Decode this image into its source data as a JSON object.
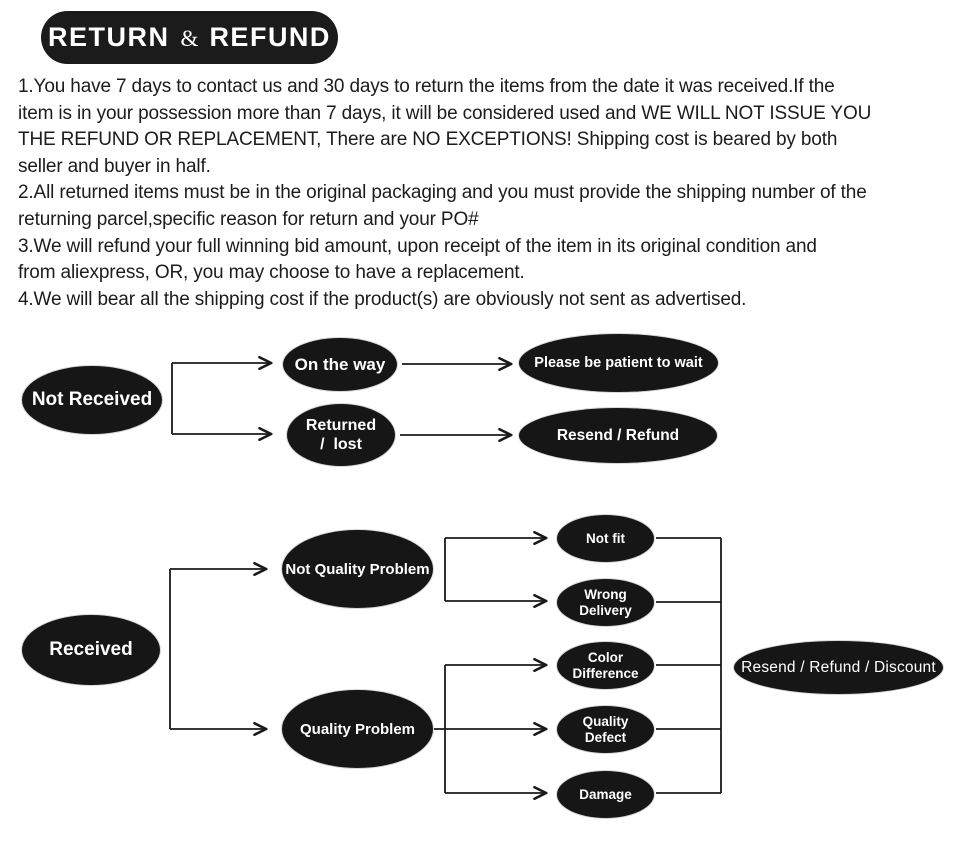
{
  "header": {
    "word1": "RETURN",
    "amp": "&",
    "word2": "REFUND"
  },
  "policy": {
    "lines": [
      "1.You have 7 days to contact us and 30 days to return the items from the date it was received.If the",
      "item is in your possession more than 7 days, it will be considered used and WE WILL NOT ISSUE YOU",
      "THE REFUND OR REPLACEMENT, There are NO EXCEPTIONS! Shipping cost is beared by both",
      "seller and buyer in half.",
      "2.All returned items must be in the original packaging and you must provide the shipping number of the",
      "returning parcel,specific reason for return and your PO#",
      "3.We will refund your full winning bid amount, upon receipt of the item in its original condition and",
      "from aliexpress, OR, you may choose to have a replacement.",
      "4.We will bear all the shipping cost if the product(s) are obviously not sent as advertised."
    ]
  },
  "flowchart1": {
    "nodes": {
      "not_received": "Not Received",
      "on_the_way": "On the way",
      "returned_lost_line1": "Returned",
      "returned_lost_line2": "/  lost",
      "please_wait": "Please be patient to wait",
      "resend_refund": "Resend / Refund"
    },
    "edges": [
      [
        "Not Received",
        "On the way"
      ],
      [
        "Not Received",
        "Returned / lost"
      ],
      [
        "On the way",
        "Please be patient to wait"
      ],
      [
        "Returned / lost",
        "Resend / Refund"
      ]
    ]
  },
  "flowchart2": {
    "nodes": {
      "received": "Received",
      "not_quality_problem": "Not Quality Problem",
      "quality_problem": "Quality Problem",
      "not_fit": "Not fit",
      "wrong_delivery_line1": "Wrong",
      "wrong_delivery_line2": "Delivery",
      "color_difference_line1": "Color",
      "color_difference_line2": "Difference",
      "quality_defect_line1": "Quality",
      "quality_defect_line2": "Defect",
      "damage": "Damage",
      "resend_refund_discount": "Resend / Refund / Discount"
    },
    "edges": [
      [
        "Received",
        "Not Quality Problem"
      ],
      [
        "Received",
        "Quality Problem"
      ],
      [
        "Not Quality Problem",
        "Not fit"
      ],
      [
        "Not Quality Problem",
        "Wrong Delivery"
      ],
      [
        "Quality Problem",
        "Color Difference"
      ],
      [
        "Quality Problem",
        "Quality Defect"
      ],
      [
        "Quality Problem",
        "Damage"
      ],
      [
        "Not fit",
        "Resend / Refund / Discount"
      ],
      [
        "Wrong Delivery",
        "Resend / Refund / Discount"
      ],
      [
        "Color Difference",
        "Resend / Refund / Discount"
      ],
      [
        "Quality Defect",
        "Resend / Refund / Discount"
      ],
      [
        "Damage",
        "Resend / Refund / Discount"
      ]
    ]
  },
  "colors": {
    "node_fill": "#161616",
    "node_text": "#ffffff",
    "body_text": "#1c1c1c",
    "line": "#1a1a1a",
    "background": "#ffffff"
  }
}
